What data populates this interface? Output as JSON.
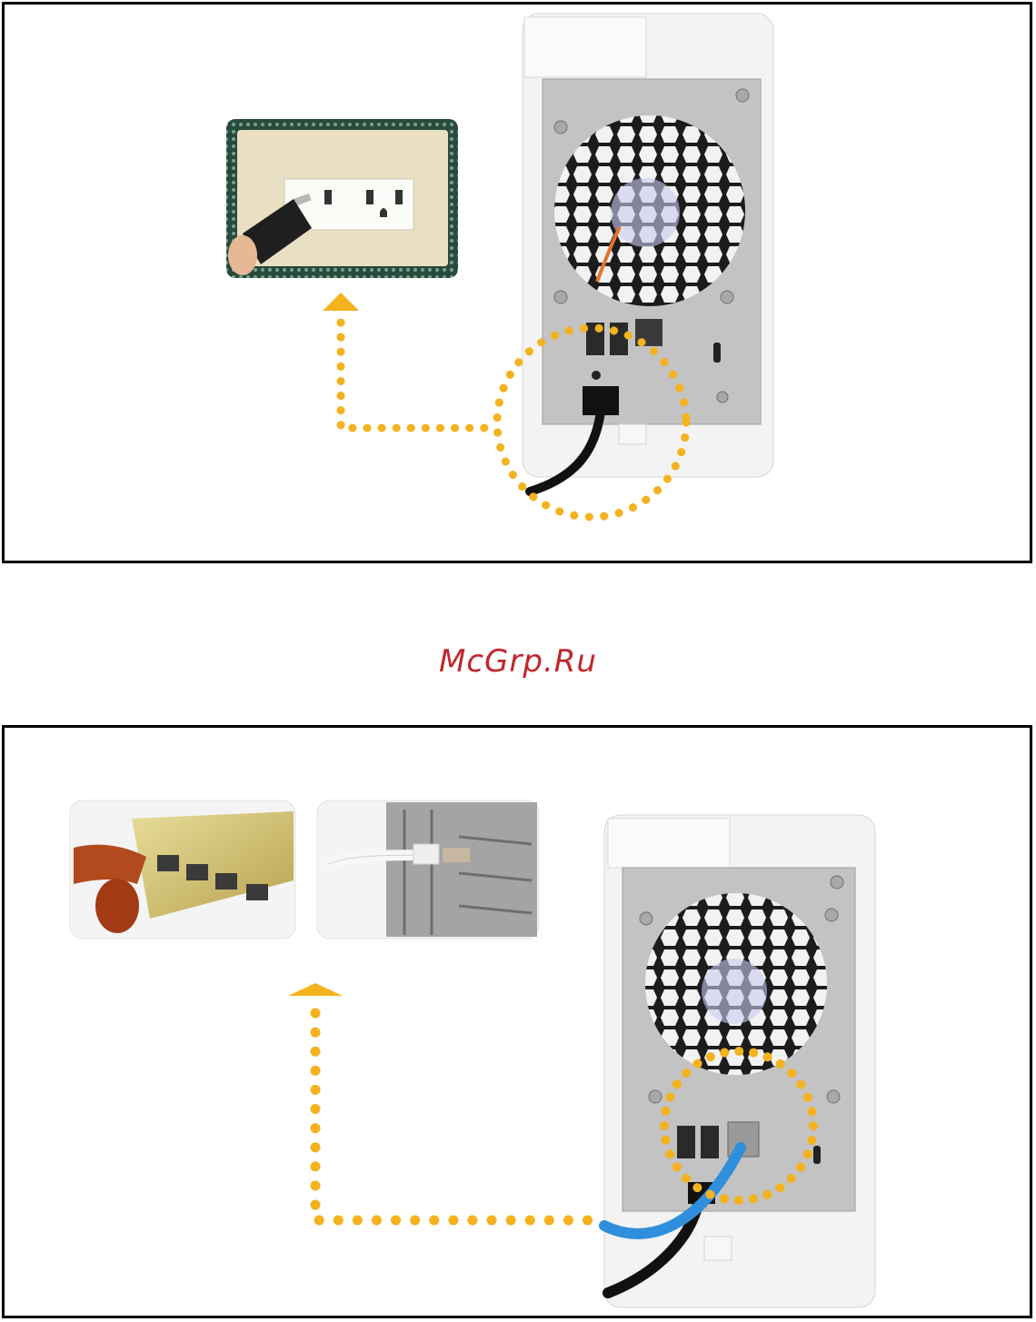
{
  "watermark": {
    "text": "McGrp.Ru"
  },
  "colors": {
    "accent": "#f4b21e",
    "device_body": "#eeeeee",
    "device_panel": "#bcbcbc",
    "cable_blue": "#2f8fdc",
    "watermark": "#c1272d"
  },
  "panels": [
    {
      "id": "power-connection",
      "icons": [
        "wall-outlet-photo",
        "power-plug-icon",
        "nas-device-rear",
        "dotted-arrow-up-icon",
        "highlight-circle"
      ]
    },
    {
      "id": "network-connection",
      "icons": [
        "network-switch-photo",
        "pc-ethernet-port-photo",
        "nas-device-rear",
        "dotted-arrow-up-icon",
        "highlight-circle",
        "ethernet-cable-icon"
      ]
    }
  ]
}
